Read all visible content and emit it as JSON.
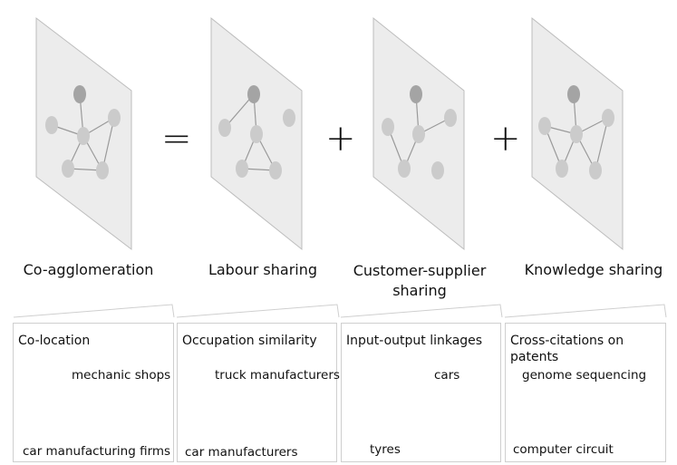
{
  "panels": [
    {
      "title": "Co-agglomeration"
    },
    {
      "title": "Labour sharing"
    },
    {
      "title": "Customer-supplier sharing"
    },
    {
      "title": "Knowledge sharing"
    }
  ],
  "operators": [
    "=",
    "+",
    "+"
  ],
  "boxes": [
    {
      "heading": "Co-location",
      "top_label": "mechanic shops",
      "bottom_label": "car manufacturing firms"
    },
    {
      "heading": "Occupation similarity",
      "top_label": "truck manufacturers",
      "bottom_label": "car manufacturers"
    },
    {
      "heading": "Input-output linkages",
      "top_label": "cars",
      "bottom_label": "tyres"
    },
    {
      "heading": "Cross-citations on patents",
      "top_label": "genome sequencing",
      "bottom_label": "computer circuit"
    }
  ]
}
